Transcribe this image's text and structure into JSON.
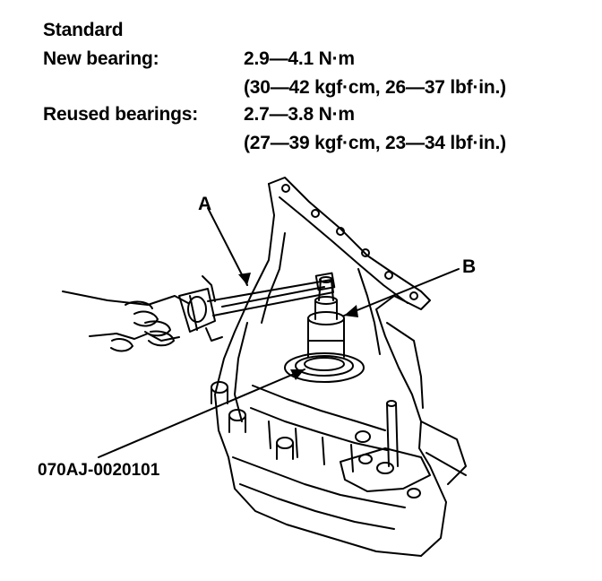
{
  "spec": {
    "heading": "Standard",
    "new_label": "New bearing:",
    "new_value": "2.9—4.1 N·m",
    "new_alt": "(30—42 kgf·cm, 26—37 lbf·in.)",
    "reused_label": "Reused bearings:",
    "reused_value": "2.7—3.8 N·m",
    "reused_alt": "(27—39 kgf·cm, 23—34 lbf·in.)"
  },
  "callouts": {
    "a": "A",
    "b": "B",
    "figure_code": "070AJ-0020101"
  }
}
